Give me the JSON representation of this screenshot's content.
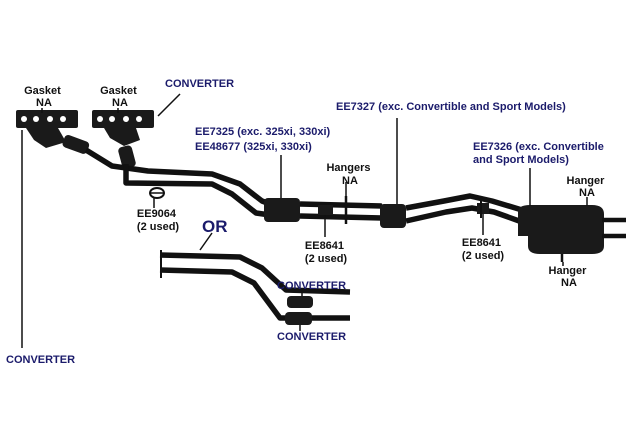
{
  "labels": {
    "gasket_left": [
      "Gasket",
      "NA"
    ],
    "gasket_right": [
      "Gasket",
      "NA"
    ],
    "converter_top": "CONVERTER",
    "converter_bottom_left": "CONVERTER",
    "alt_converter_upper": "CONVERTER",
    "alt_converter_lower": "CONVERTER",
    "ee7325": [
      "EE7325 (exc. 325xi, 330xi)",
      "EE48677 (325xi, 330xi)"
    ],
    "ee7327": "EE7327 (exc. Convertible and Sport Models)",
    "ee7326": [
      "EE7326 (exc. Convertible",
      "and Sport Models)"
    ],
    "hangers_mid": [
      "Hangers",
      "NA"
    ],
    "hanger_top_right": [
      "Hanger",
      "NA"
    ],
    "hanger_bottom_right": [
      "Hanger",
      "NA"
    ],
    "ee9064": [
      "EE9064",
      "(2 used)"
    ],
    "ee8641_left": [
      "EE8641",
      "(2 used)"
    ],
    "ee8641_right": [
      "EE8641",
      "(2 used)"
    ],
    "or_text": "OR"
  },
  "colors": {
    "part_black": "#111111",
    "label_blue": "#1b1b6b",
    "background": "#ffffff"
  }
}
